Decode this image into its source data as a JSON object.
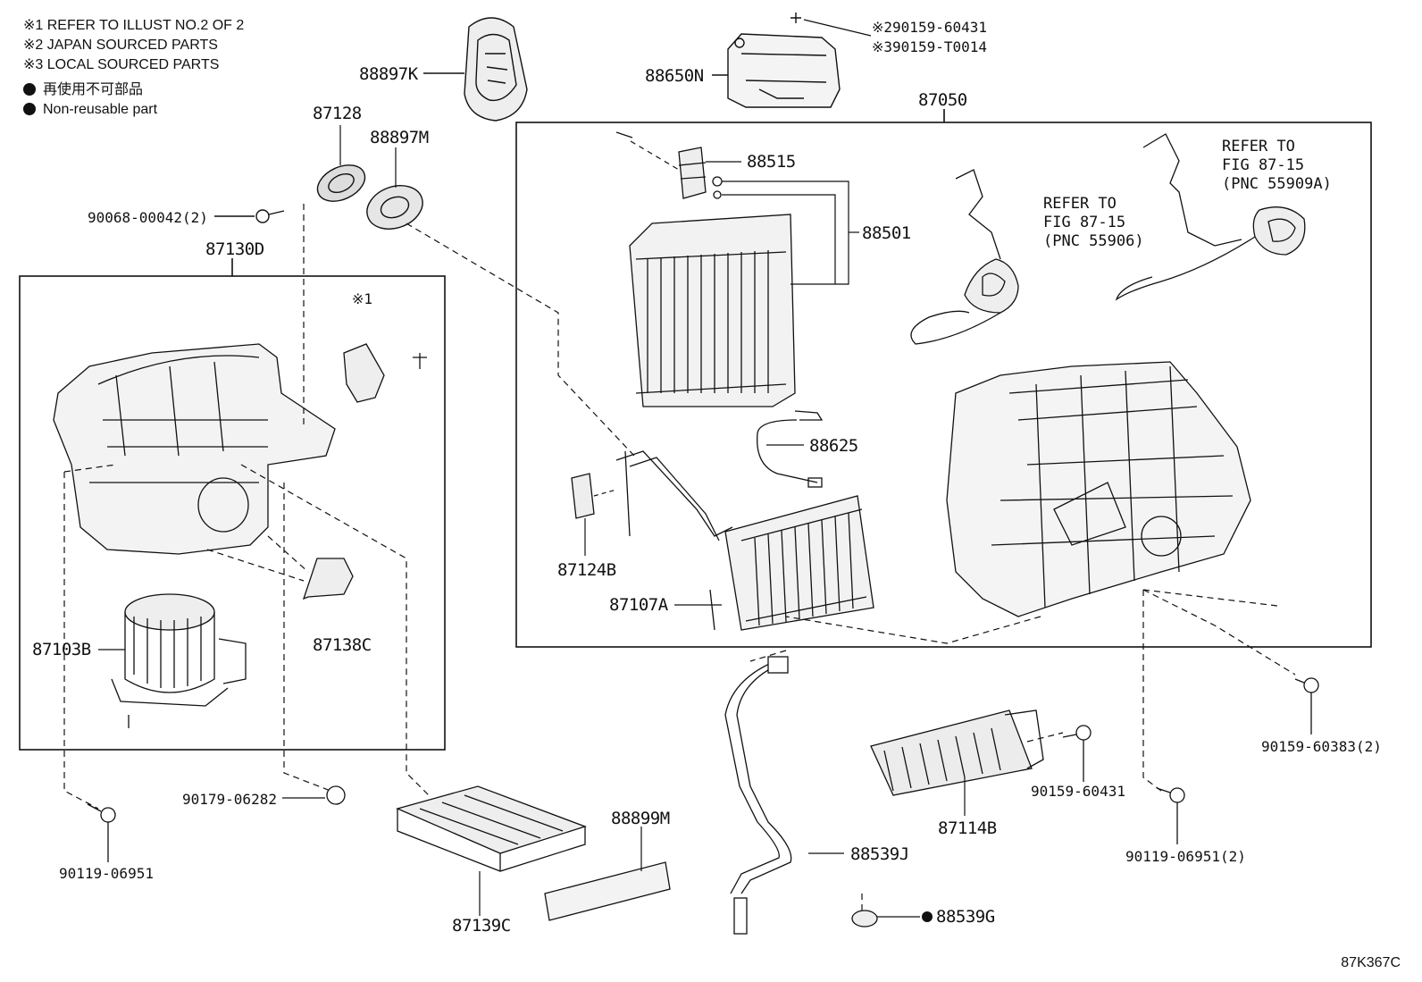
{
  "legend": {
    "note1": "※1 REFER TO ILLUST NO.2 OF 2",
    "note2": "※2 JAPAN SOURCED PARTS",
    "note3": "※3 LOCAL SOURCED PARTS",
    "nonreusable_jp": "再使用不可部品",
    "nonreusable_en": "Non-reusable part"
  },
  "labels": {
    "p88897K": "88897K",
    "p90159_60431_j": "※290159-60431",
    "p90159_T0014": "※390159-T0014",
    "p88650N": "88650N",
    "p87050": "87050",
    "p87128": "87128",
    "p88897M": "88897M",
    "p90068": "90068-00042(2)",
    "p87130D": "87130D",
    "ref1": "※1",
    "p88515": "88515",
    "p88501": "88501",
    "ref_a_1": "REFER TO",
    "ref_a_2": "FIG 87-15",
    "ref_a_3": "(PNC 55906)",
    "ref_b_1": "REFER TO",
    "ref_b_2": "FIG 87-15",
    "ref_b_3": "(PNC 55909A)",
    "p88625": "88625",
    "p87124B": "87124B",
    "p87107A": "87107A",
    "p87103B": "87103B",
    "p87138C": "87138C",
    "p90179": "90179-06282",
    "p90119_left": "90119-06951",
    "p87139C": "87139C",
    "p88899M": "88899M",
    "p88539J": "88539J",
    "p88539G": "88539G",
    "p87114B": "87114B",
    "p90159_60431": "90159-60431",
    "p90119_right": "90119-06951(2)",
    "p90159_60383": "90159-60383(2)",
    "code": "87K367C"
  }
}
